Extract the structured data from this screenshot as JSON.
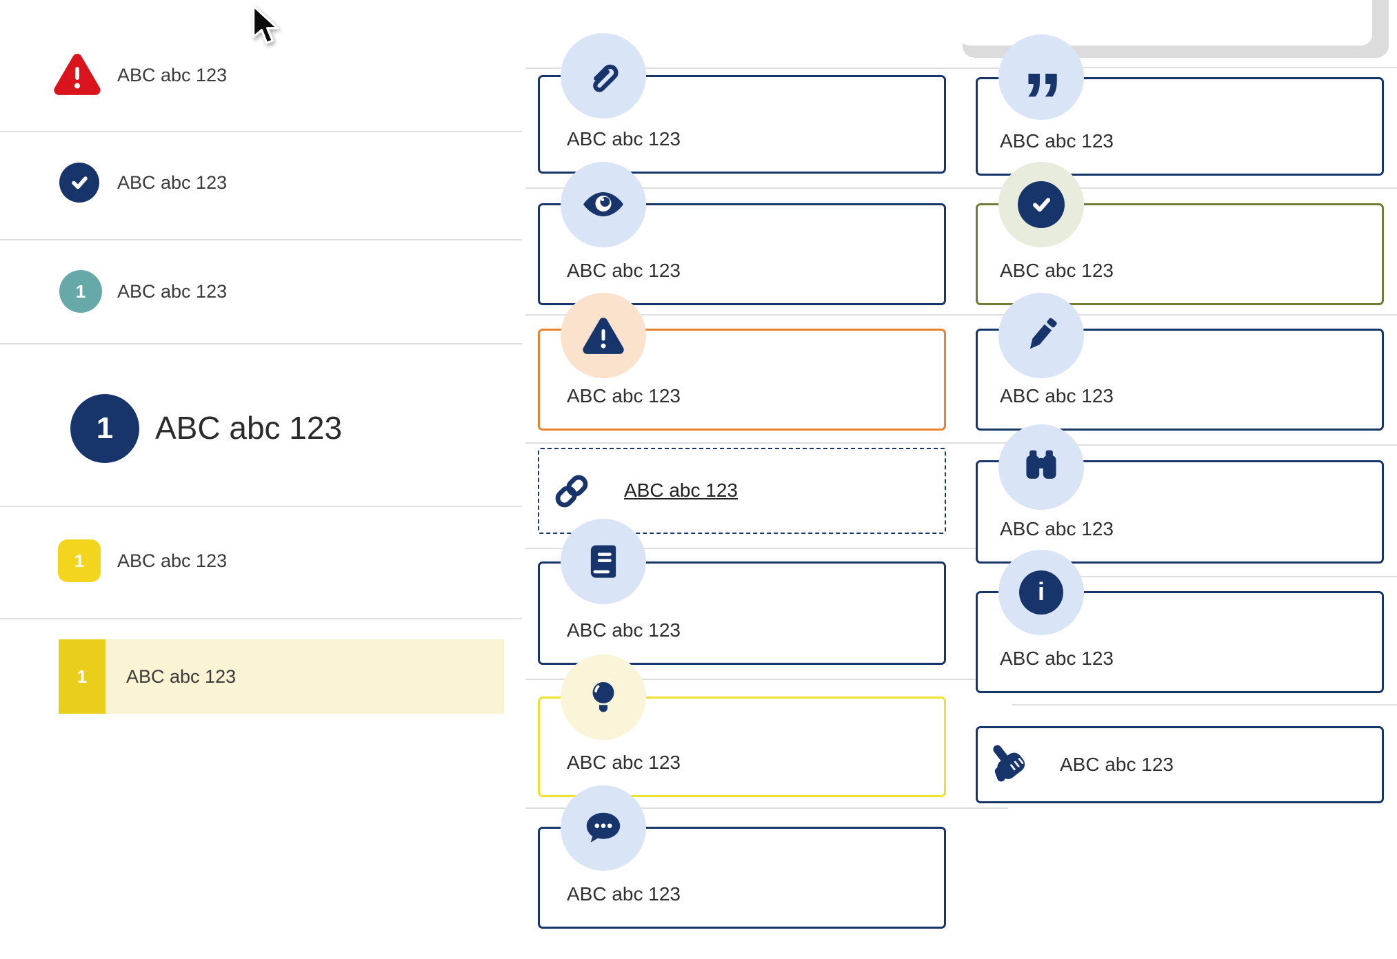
{
  "page": {
    "background": "#ffffff"
  },
  "colors": {
    "navy": "#17356b",
    "light_blue_badge": "#d9e4f6",
    "alert_red": "#da141c",
    "teal_badge": "#67a8a9",
    "yellow_badge": "#f3d51d",
    "yellow_badge_selected": "#e9cf1b",
    "highlight_bar": "#faf3d4",
    "orange_border": "#e8822b",
    "peach_badge": "#fbe2cd",
    "yellow_border": "#efe22f",
    "pale_yellow_badge": "#faf5d9",
    "olive_border": "#6f7d35",
    "pale_green_badge": "#e7ecdc",
    "divider": "#dfdfdf"
  },
  "icons": {
    "quote_glyph": "”",
    "info_glyph": "i"
  },
  "left_list": {
    "items": [
      {
        "icon": "warning-triangle-icon",
        "label": "ABC abc 123"
      },
      {
        "icon": "check-circle-icon",
        "label": "ABC abc 123"
      },
      {
        "icon": "number-badge-teal",
        "number": "1",
        "label": "ABC abc 123"
      },
      {
        "icon": "number-badge-navy-large",
        "number": "1",
        "label": "ABC abc 123"
      },
      {
        "icon": "number-badge-yellow",
        "number": "1",
        "label": "ABC abc 123"
      },
      {
        "icon": "number-badge-yellow-selected",
        "number": "1",
        "label": "ABC abc 123"
      }
    ]
  },
  "middle_callouts": {
    "items": [
      {
        "icon": "paperclip-icon",
        "label": "ABC abc 123"
      },
      {
        "icon": "eye-icon",
        "label": "ABC abc 123"
      },
      {
        "icon": "warning-triangle-icon",
        "label": "ABC abc 123"
      },
      {
        "icon": "link-icon",
        "label": "ABC abc 123"
      },
      {
        "icon": "book-icon",
        "label": "ABC abc 123"
      },
      {
        "icon": "lightbulb-icon",
        "label": "ABC abc 123"
      },
      {
        "icon": "chat-dots-icon",
        "label": "ABC abc 123"
      }
    ]
  },
  "right_callouts": {
    "items": [
      {
        "icon": "quote-icon",
        "label": "ABC abc 123"
      },
      {
        "icon": "check-circle-icon",
        "label": "ABC abc 123"
      },
      {
        "icon": "pencil-icon",
        "label": "ABC abc 123"
      },
      {
        "icon": "binoculars-icon",
        "label": "ABC abc 123"
      },
      {
        "icon": "info-icon",
        "label": "ABC abc 123"
      },
      {
        "icon": "hand-pointer-icon",
        "label": "ABC abc 123"
      }
    ]
  }
}
